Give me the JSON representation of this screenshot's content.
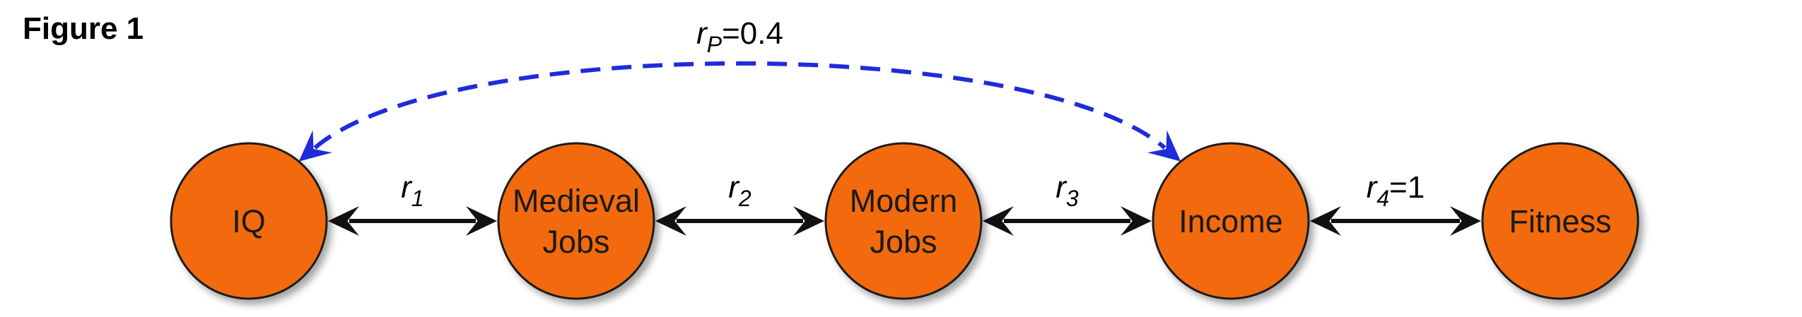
{
  "figure": {
    "title": "Figure 1"
  },
  "colors": {
    "node_fill": "#f26a0d",
    "node_stroke": "#1a1a1a",
    "arrow_solid": "#111111",
    "arrow_dashed": "#1f2bdb"
  },
  "nodes": [
    {
      "id": "iq",
      "lines": [
        "IQ"
      ]
    },
    {
      "id": "medieval-jobs",
      "lines": [
        "Medieval",
        "Jobs"
      ]
    },
    {
      "id": "modern-jobs",
      "lines": [
        "Modern",
        "Jobs"
      ]
    },
    {
      "id": "income",
      "lines": [
        "Income"
      ]
    },
    {
      "id": "fitness",
      "lines": [
        "Fitness"
      ]
    }
  ],
  "edges": [
    {
      "from": "iq",
      "to": "medieval-jobs",
      "style": "solid-bidirectional",
      "label": {
        "symbol": "r",
        "sub": "1",
        "suffix": ""
      }
    },
    {
      "from": "medieval-jobs",
      "to": "modern-jobs",
      "style": "solid-bidirectional",
      "label": {
        "symbol": "r",
        "sub": "2",
        "suffix": ""
      }
    },
    {
      "from": "modern-jobs",
      "to": "income",
      "style": "solid-bidirectional",
      "label": {
        "symbol": "r",
        "sub": "3",
        "suffix": ""
      }
    },
    {
      "from": "income",
      "to": "fitness",
      "style": "solid-bidirectional",
      "label": {
        "symbol": "r",
        "sub": "4",
        "suffix": "=1"
      }
    },
    {
      "from": "iq",
      "to": "income",
      "style": "dashed-curved-bidirectional",
      "label": {
        "symbol": "r",
        "sub": "P",
        "suffix": "=0.4"
      }
    }
  ]
}
